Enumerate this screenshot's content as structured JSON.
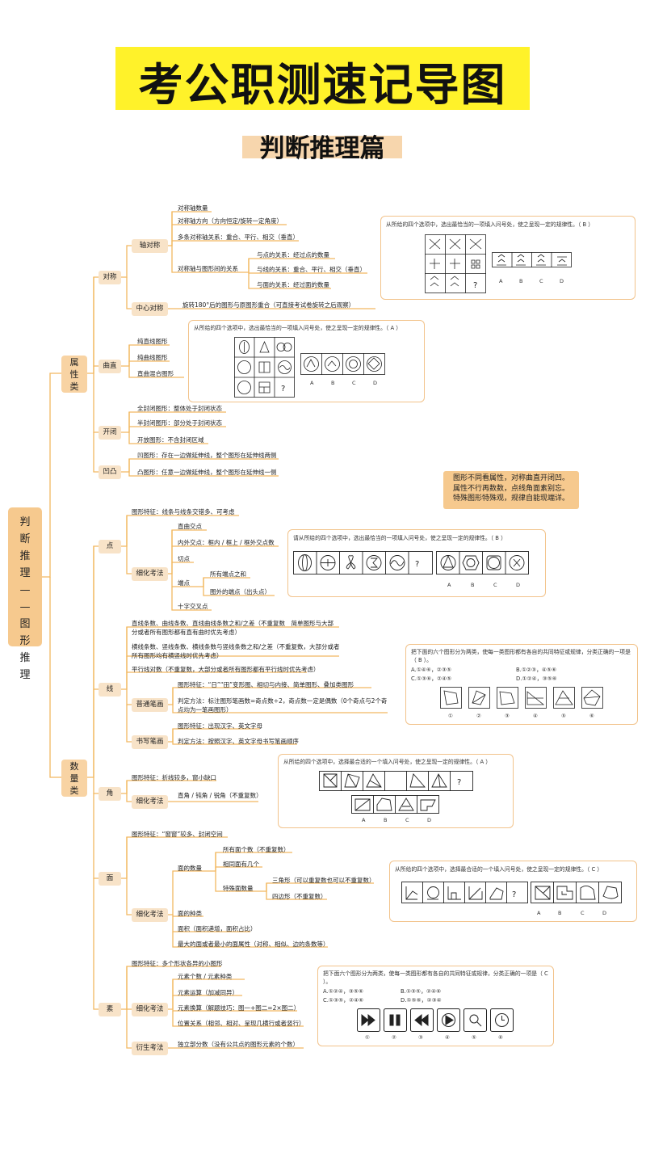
{
  "title": "考公职测速记导图",
  "subtitle": "判断推理篇",
  "root": "判断推理——图形推理",
  "note": "图形不同看属性，对称曲直开闭凹。属性不行再数数，点线角面素别忘。特殊图形特殊观，规律自能现端详。",
  "attr": {
    "label": "属性类",
    "symmetry": {
      "label": "对称",
      "axial": "轴对称",
      "central": "中心对称",
      "axis_count": "对称轴数量",
      "axis_direction": "对称轴方向（方向恒定/旋转一定角度）",
      "multi_axis": "多条对称轴关系：重合、平行、相交（垂直）",
      "axis_relation": "对称轴与图形间的关系",
      "point_rel": "与点的关系：经过点的数量",
      "line_rel": "与线的关系：重合、平行、相交（垂直）",
      "face_rel": "与面的关系：经过面的数量",
      "central_desc": "旋转180°后的图形与原图形重合（可直接考试卷旋转之后观察）"
    },
    "curve": {
      "label": "曲直",
      "items": [
        "纯直线图形",
        "纯曲线图形",
        "直曲混合图形"
      ]
    },
    "open": {
      "label": "开闭",
      "items": [
        "全封闭图形：整体处于封闭状态",
        "半封闭图形：部分处于封闭状态",
        "开放图形：不含封闭区域"
      ]
    },
    "convex": {
      "label": "凹凸",
      "items": [
        "凹图形：存在一边做延伸线，整个图形在延伸线两侧",
        "凸图形：任意一边做延伸线，整个图形在延伸线一侧"
      ]
    }
  },
  "count": {
    "label": "数量类",
    "point": {
      "label": "点",
      "feature": "图形特征：线条与线条交错多、可考虑",
      "refine": "细化考法",
      "items": [
        "直曲交点",
        "内外交点：框内 / 框上 / 框外交点数",
        "切点",
        "端点",
        "十字交叉点"
      ],
      "end_items": [
        "所有端点之和",
        "图外的端点（出头点）"
      ]
    },
    "line": {
      "label": "线",
      "items": [
        "直线条数、曲线条数、直线曲线条数之和/之差（不重复数　简单图形与大部分或者所有图形都有直有曲时优先考虑）",
        "横线条数、竖线条数、横线条数与竖线条数之和/之差（不重复数，大部分或者所有图形均有横竖线时优先考虑）",
        "平行线对数（不重复数，大部分或者所有图形都有平行线时优先考虑）"
      ],
      "stroke": "普通笔画",
      "stroke_items": [
        "图形特征：“日”“田”变形图、相切与内接、简单图形、叠加类图形",
        "判定方法：标注图形笔画数=奇点数÷2，奇点数一定是偶数（0个奇点与2个奇点均为一笔画图形）"
      ],
      "writing": "书写笔画",
      "writing_items": [
        "图形特征：出现汉字、英文字母",
        "判定方法：按照汉字、英文字母书写笔画顺序"
      ]
    },
    "angle": {
      "label": "角",
      "feature": "图形特征：折线较多，窗小缺口",
      "refine": "细化考法",
      "item": "直角 / 钝角 / 锐角（不重复数）"
    },
    "face": {
      "label": "面",
      "feature": "图形特征：“窗窗”较多、封闭空间",
      "refine": "细化考法",
      "count": "面的数量",
      "count_items": [
        "所有面个数（不重复数）",
        "相同面有几个",
        "特殊面数量"
      ],
      "special_items": [
        "三角形（可以重复数也可以不重复数）",
        "四边形（不重复数）"
      ],
      "others": [
        "面的种类",
        "面积（面积递增，面积占比）",
        "最大的面或者最小的面属性（对称、相似、边的条数等）"
      ]
    },
    "element": {
      "label": "素",
      "feature": "图形特征：多个形状各异的小图形",
      "refine": "细化考法",
      "items": [
        "元素个数 / 元素种类",
        "元素运算（加减同异）",
        "元素换算（解题技巧：图一+图二=2×图二）",
        "位置关系（相邻、相对、呈现几横行或者竖行）"
      ],
      "derived": "衍生考法",
      "derived_item": "独立部分数（没有公共点的图形元素的个数）"
    }
  },
  "questions": {
    "q1": "从所给的四个选项中，选出最恰当的一项填入问号处，使之呈现一定的规律性。（ B ）",
    "q2": "从所给的四个选项中，选出最恰当的一项填入问号处，使之呈现一定的规律性。（ A ）",
    "q3": "请从所给的四个选项中，选出最恰当的一项填入问号处，使之呈现一定的规律性。（ B ）",
    "q4": "把下面的六个图形分为两类，使每一类图形都有各自的共同特征或规律，分类正确的一项是（ B ）。",
    "q4_opts": [
      "A.①④⑥，②③⑤",
      "B.①②③，④⑤⑥",
      "C.①③⑥，②④⑤",
      "D.①②④，③⑤⑥"
    ],
    "q5": "从所给的四个选项中，选择最合适的一个填入问号处，使之呈现一定的规律性。（ A ）",
    "q6": "从所给的四个选项中，选择最合适的一个填入问号处，使之呈现一定的规律性。（ C ）",
    "q7": "把下面六个图形分为两类，使每一类图形都有各自的共同特征或规律，分类正确的一项是（ C ）。",
    "q7_opts": [
      "A.①②④，③⑤⑥",
      "B.①③⑤，②④⑥",
      "C.①③⑤，②④⑥",
      "D.①⑤⑥，②③④"
    ],
    "abcd": [
      "A",
      "B",
      "C",
      "D"
    ],
    "nums": [
      "①",
      "②",
      "③",
      "④",
      "⑤",
      "⑥"
    ],
    "qmark": "?"
  },
  "colors": {
    "title_bg": "#fff22a",
    "subtitle_bg": "#f7d6ad",
    "node": "#f8e3c8",
    "category": "#f8d3a3",
    "line": "#f2b860"
  }
}
